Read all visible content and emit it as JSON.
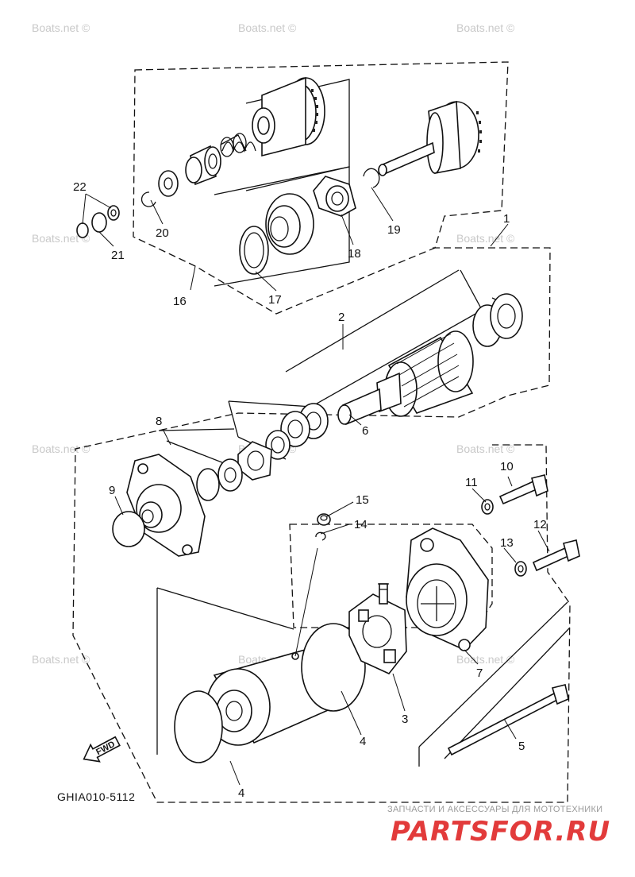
{
  "diagram": {
    "part_numbers": [
      "1",
      "2",
      "3",
      "4",
      "4",
      "5",
      "6",
      "7",
      "8",
      "9",
      "10",
      "11",
      "12",
      "13",
      "14",
      "15",
      "16",
      "17",
      "18",
      "19",
      "20",
      "21",
      "22"
    ],
    "diagram_code": "GHIA010-5112",
    "fwd_label": "FWD"
  },
  "watermark": {
    "text": "Boats.net ©"
  },
  "brand": {
    "tagline": "ЗАПЧАСТИ И АКСЕССУАРЫ ДЛЯ МОТОТЕХНИКИ",
    "logo_text": "PARTSFOR.RU",
    "color": "#e23b3b"
  }
}
